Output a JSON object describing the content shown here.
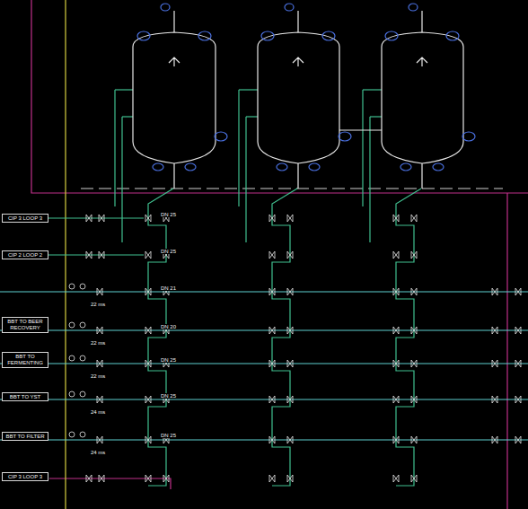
{
  "diagram": {
    "nodes": [
      {
        "text": [
          "CIP 3 LOOP 3"
        ]
      },
      {
        "text": [
          "CIP 2 LOOP 2"
        ]
      },
      {
        "text": [
          "BBT TO BEER RECOVERY"
        ]
      },
      {
        "text": [
          "BBT TO FERMENTING"
        ]
      },
      {
        "text": [
          "BBT TO YST"
        ]
      },
      {
        "text": [
          "BBT TO FILTER"
        ]
      },
      {
        "text": [
          "CIP 3 LOOP 3"
        ]
      }
    ],
    "labels": [
      "DN 25",
      "DN 25",
      "DN 21",
      "DN 20",
      "DN 25",
      "DN 25",
      "DN 25",
      "22 ms",
      "22 ms",
      "22 ms",
      "24 ms",
      "24 ms"
    ]
  }
}
